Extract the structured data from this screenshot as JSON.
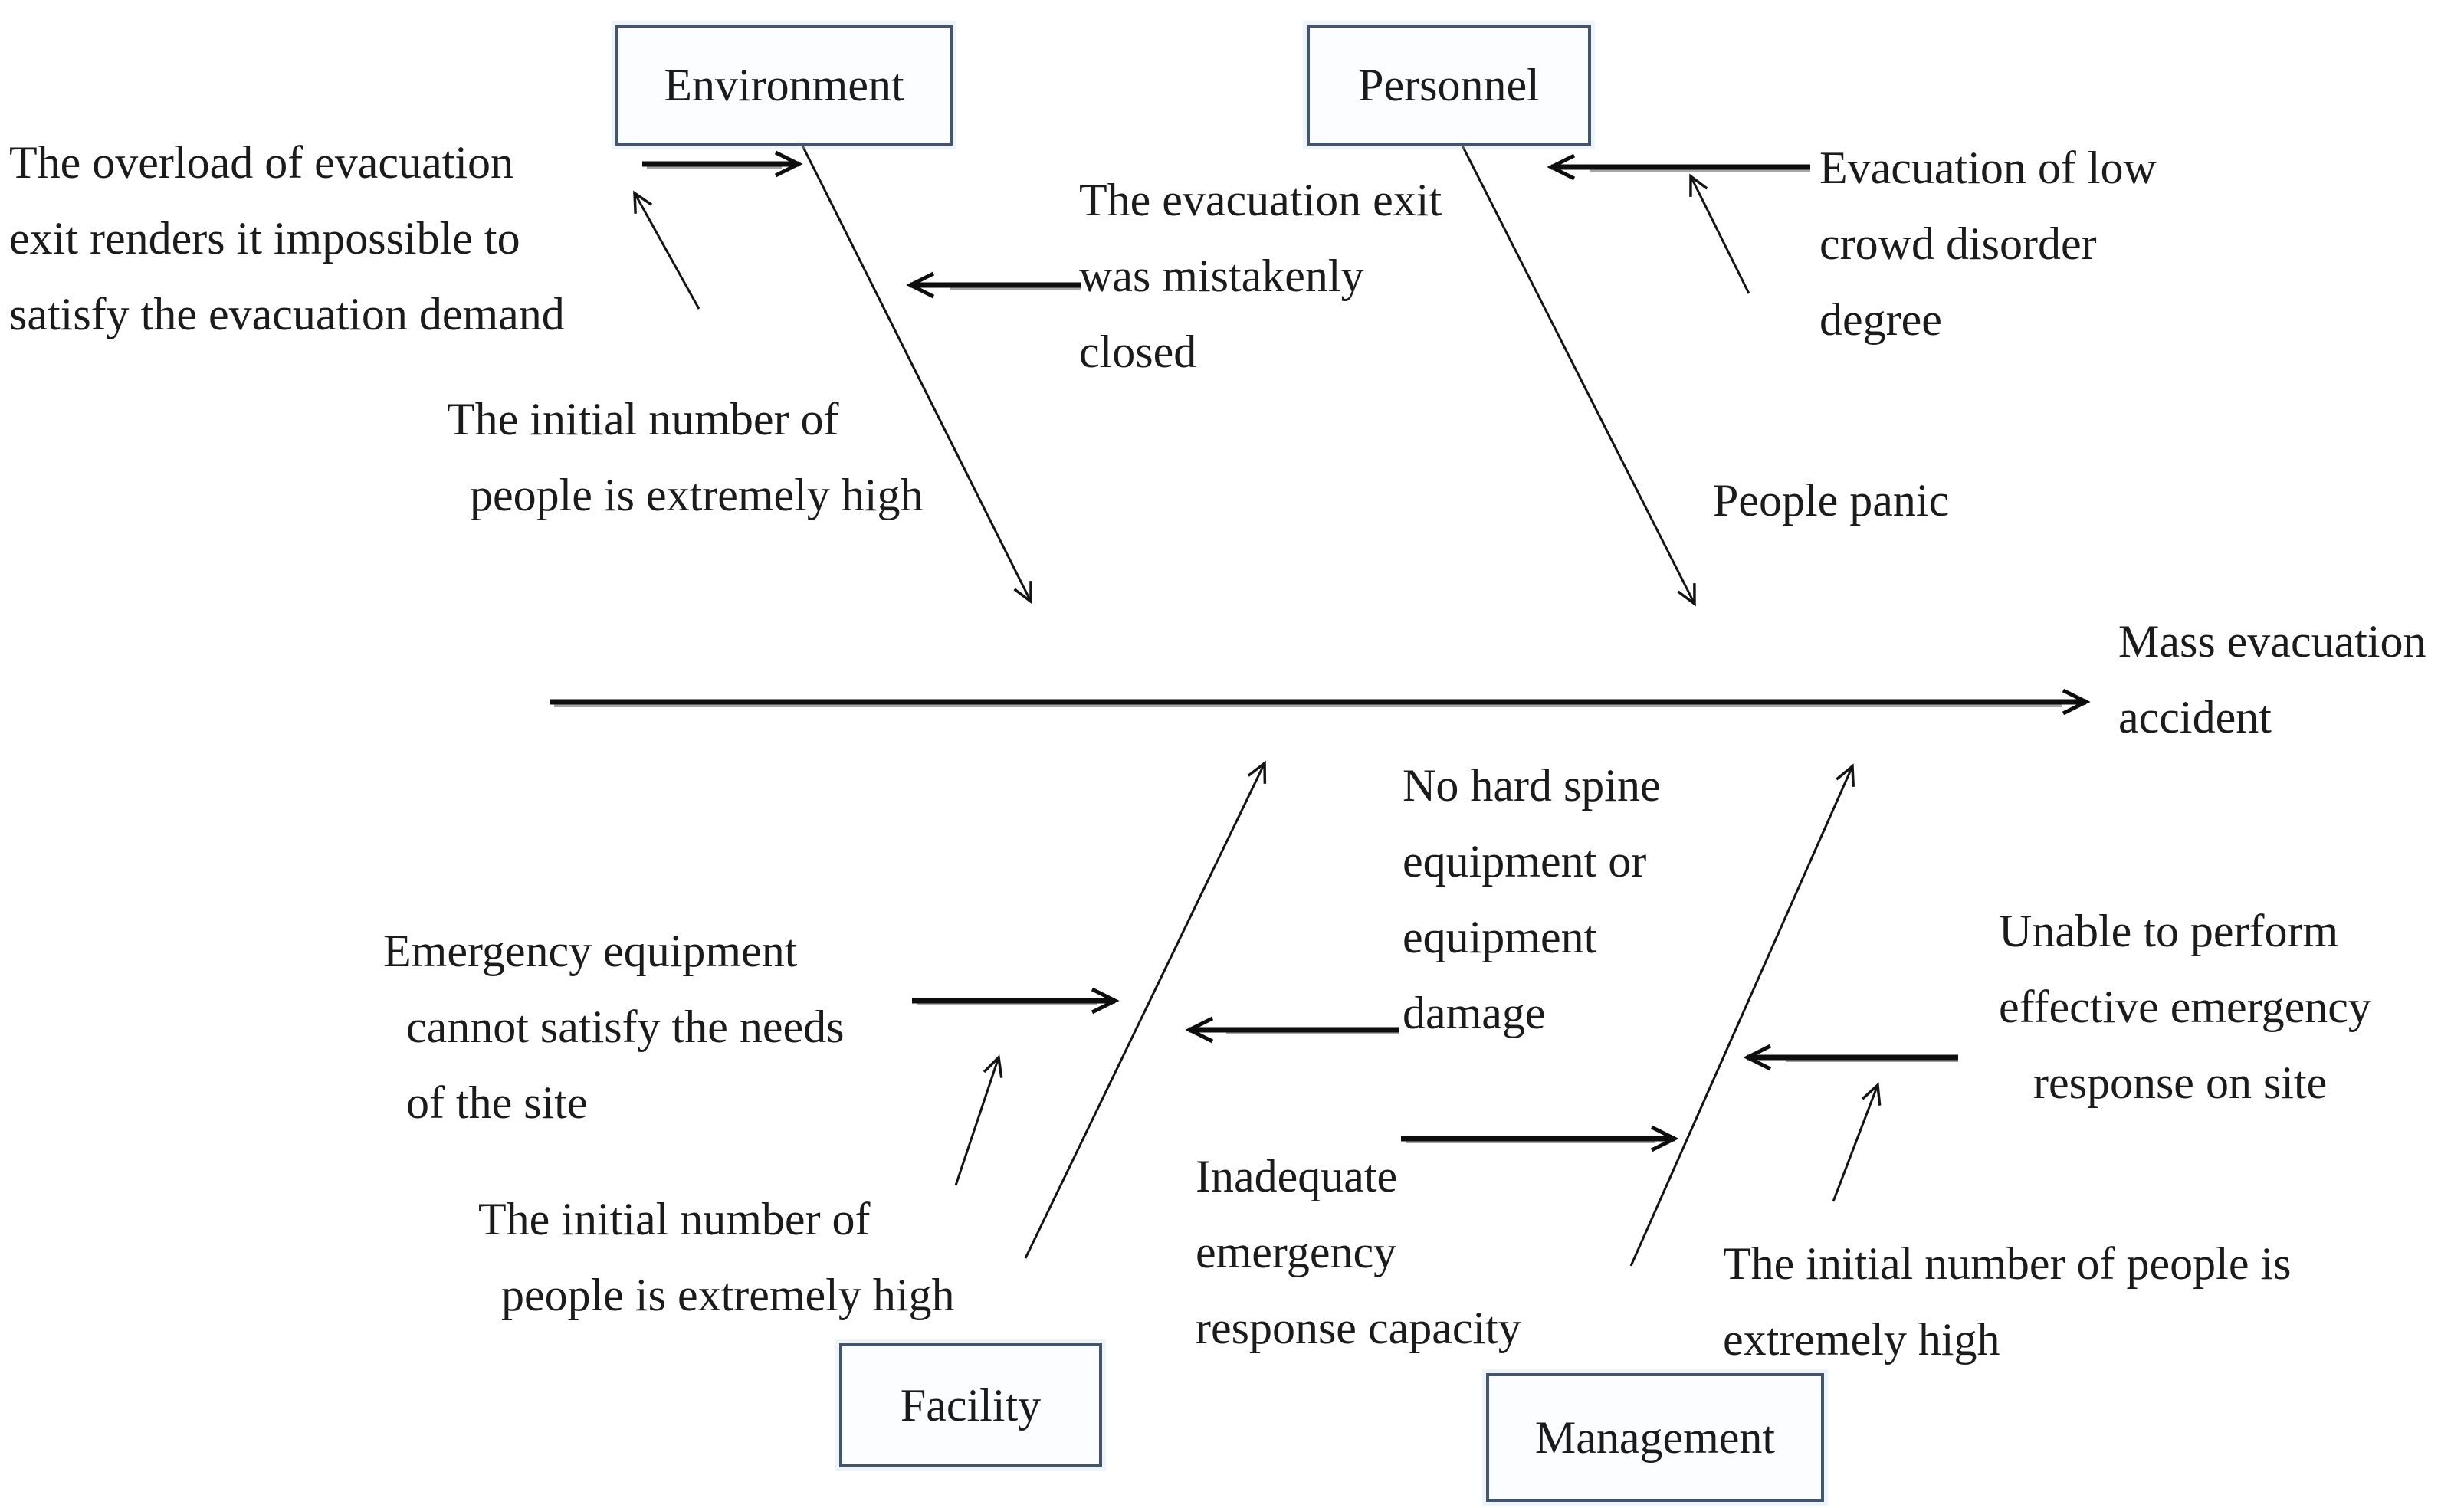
{
  "diagram_type": "fishbone-cause-effect",
  "effect": "Mass evacuation\naccident",
  "boxes": {
    "environment": "Environment",
    "personnel": "Personnel",
    "facility": "Facility",
    "management": "Management"
  },
  "labels": {
    "env_overload": "The overload of evacuation\nexit renders it impossible to\nsatisfy the evacuation demand",
    "env_initial_number": "The initial number of\n  people is extremely high",
    "env_exit_closed": "The evacuation exit\nwas mistakenly\nclosed",
    "personnel_crowd_disorder": "Evacuation of low\ncrowd disorder\ndegree",
    "personnel_panic": "People panic",
    "facility_equipment": "Emergency equipment\n  cannot satisfy the needs\n  of the site",
    "facility_initial_number": "The initial number of\n  people is extremely high",
    "facility_no_hard_spine": "No hard spine\nequipment or\nequipment\ndamage",
    "management_inadequate": "Inadequate\nemergency\nresponse capacity",
    "management_unable": "Unable to perform\neffective emergency\n   response on site",
    "management_initial_number": "The initial number of people is\nextremely high"
  },
  "colors": {
    "background": "#ffffff",
    "box_border": "#44546a",
    "box_fill": "#fbfdff",
    "line": "#141414",
    "arrow_shadow": "#a6a6a6",
    "text": "#1b1b1b"
  }
}
